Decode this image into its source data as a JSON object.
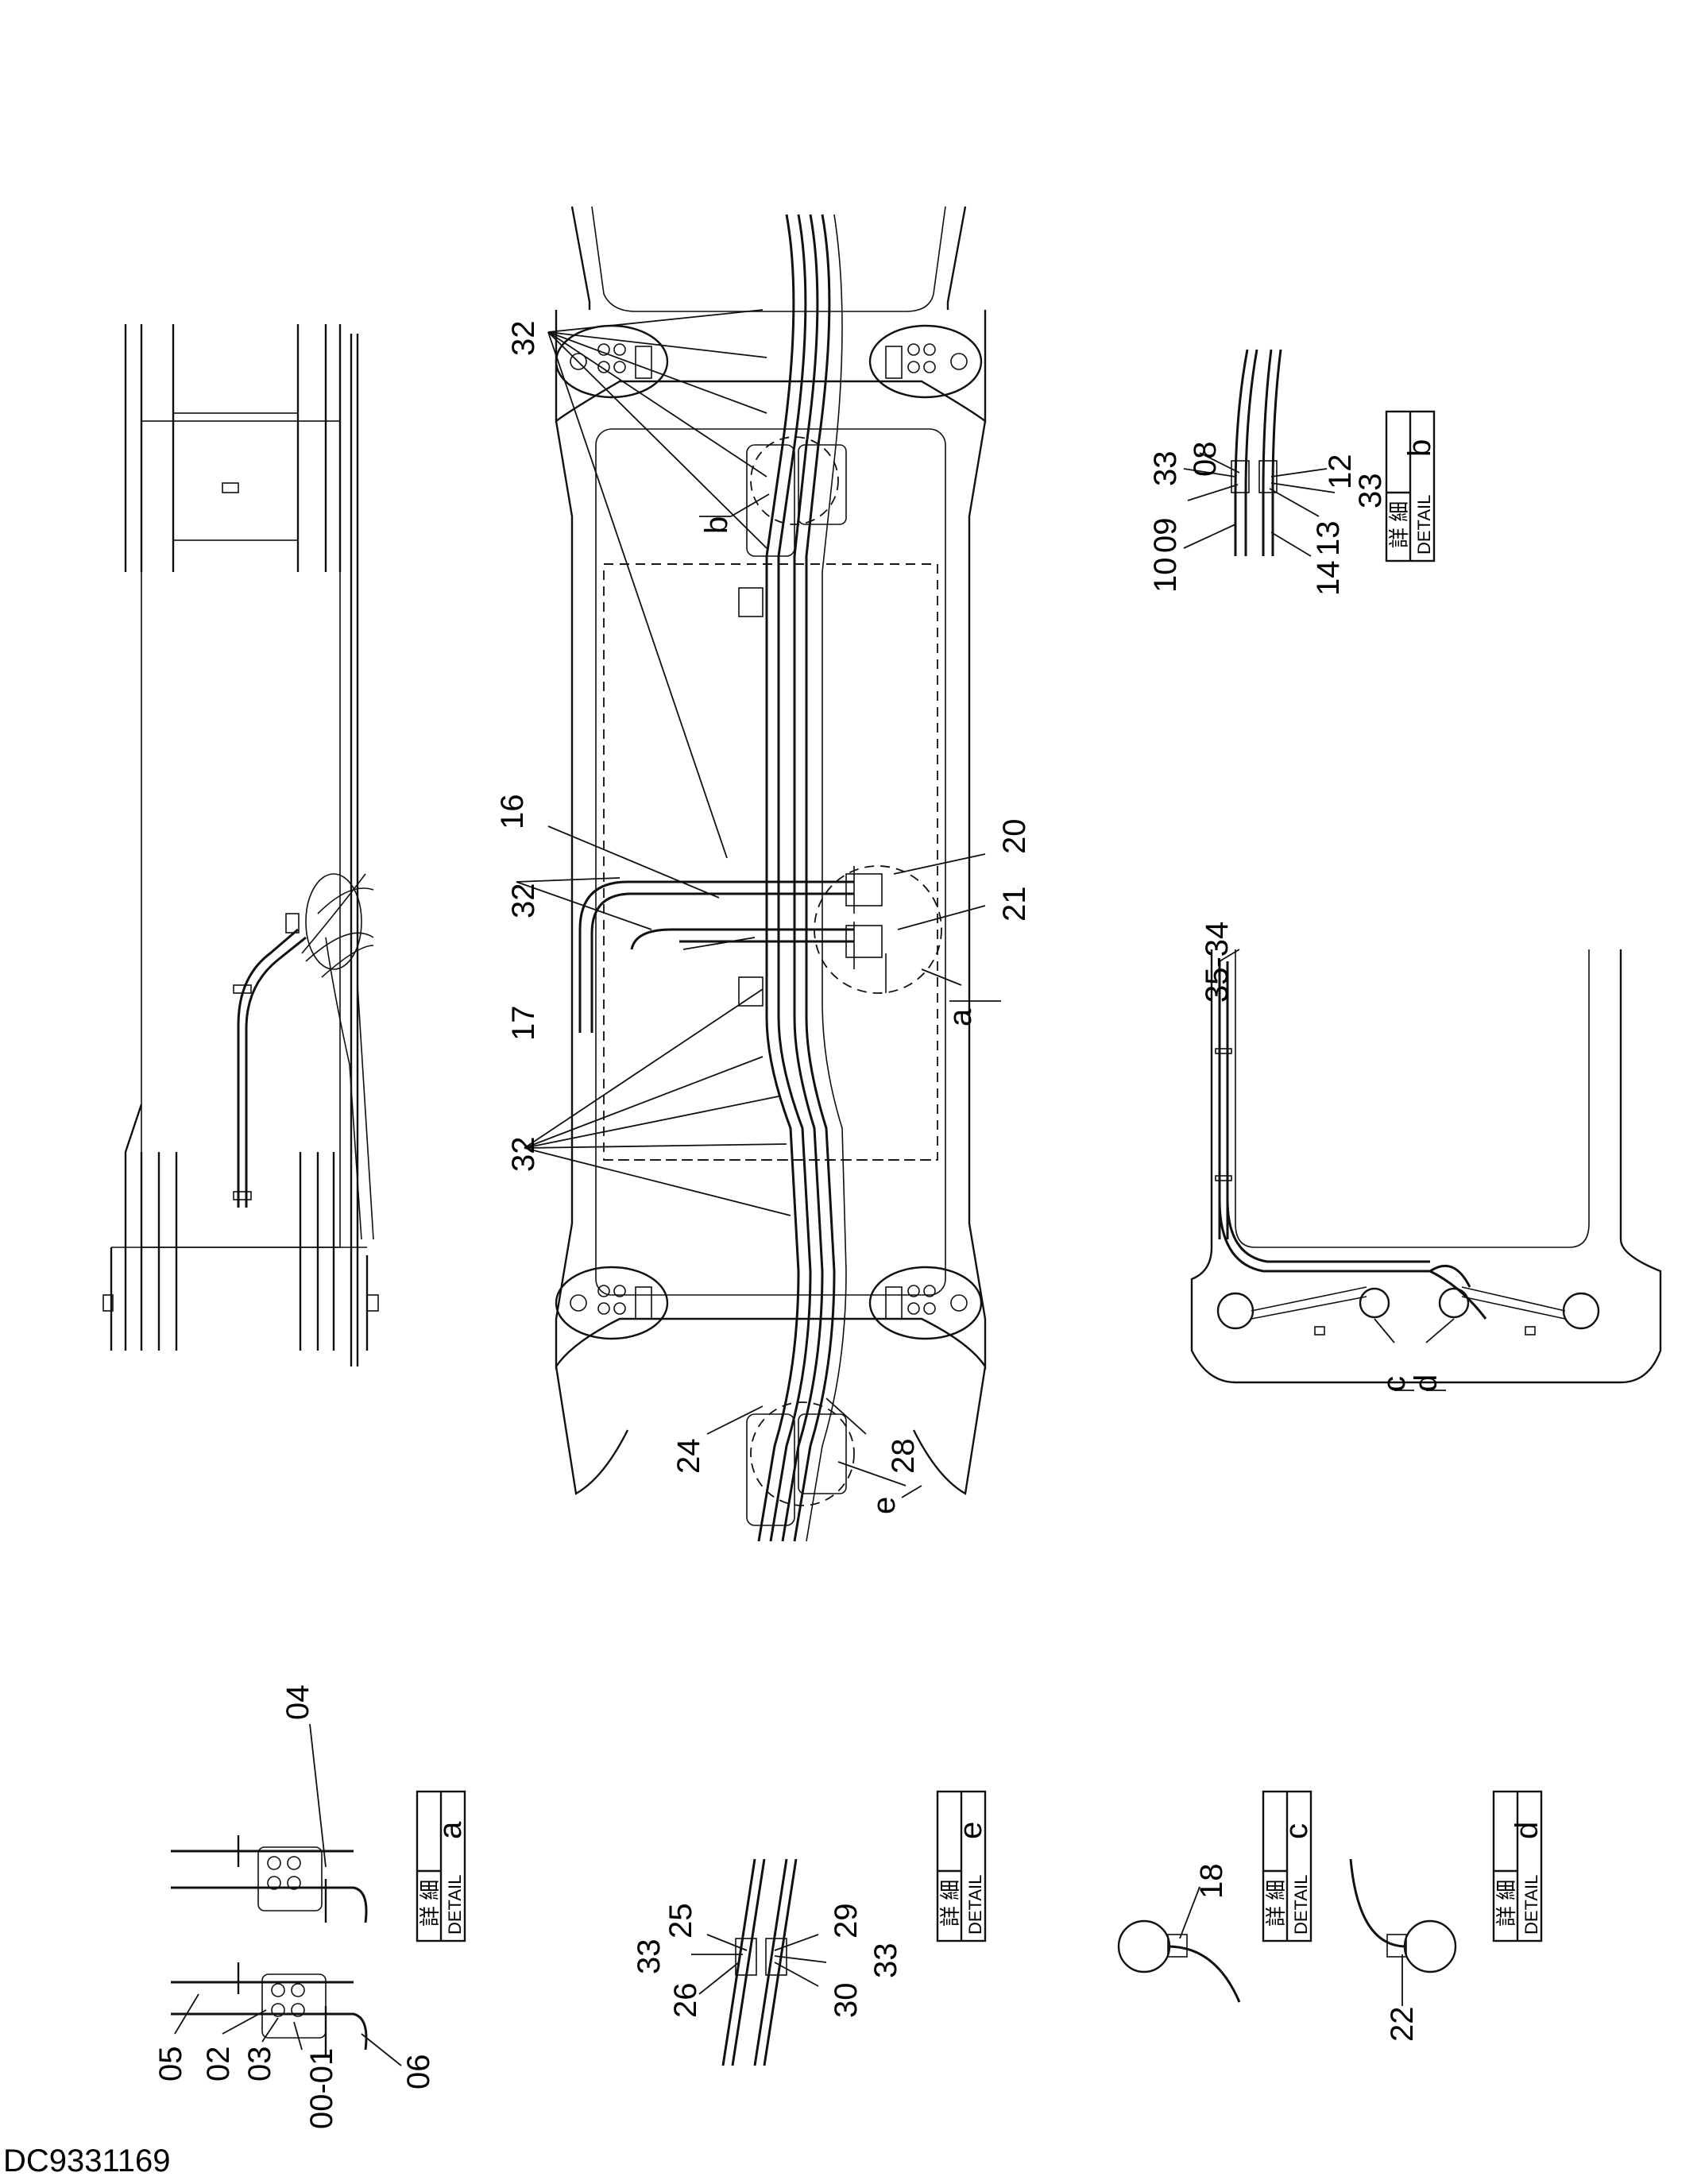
{
  "drawing_number": "DC9331169",
  "callouts": {
    "c32_upper": "32",
    "c32_mid": "32",
    "c32_lower": "32",
    "c16": "16",
    "c17": "17",
    "c20": "20",
    "c21": "21",
    "c24": "24",
    "c28": "28",
    "ref_a": "a",
    "ref_b": "b",
    "ref_e": "e",
    "ref_c": "c",
    "ref_d": "d",
    "c35_34": "35-34",
    "b_33_top": "33",
    "b_08": "08",
    "b_09": "09",
    "b_10": "10",
    "b_12": "12",
    "b_13": "13",
    "b_33_bot": "33",
    "b_14": "14",
    "a_04": "04",
    "a_05": "05",
    "a_02": "02",
    "a_03": "03",
    "a_00_01": "00-01",
    "a_06": "06",
    "e_25": "25",
    "e_33_left": "33",
    "e_26": "26",
    "e_29": "29",
    "e_30": "30",
    "e_33_right": "33",
    "c_18": "18",
    "d_22": "22"
  },
  "detail_boxes": {
    "kanji": "詳 細",
    "detail_label": "DETAIL",
    "a": "a",
    "b": "b",
    "c": "c",
    "d": "d",
    "e": "e"
  }
}
